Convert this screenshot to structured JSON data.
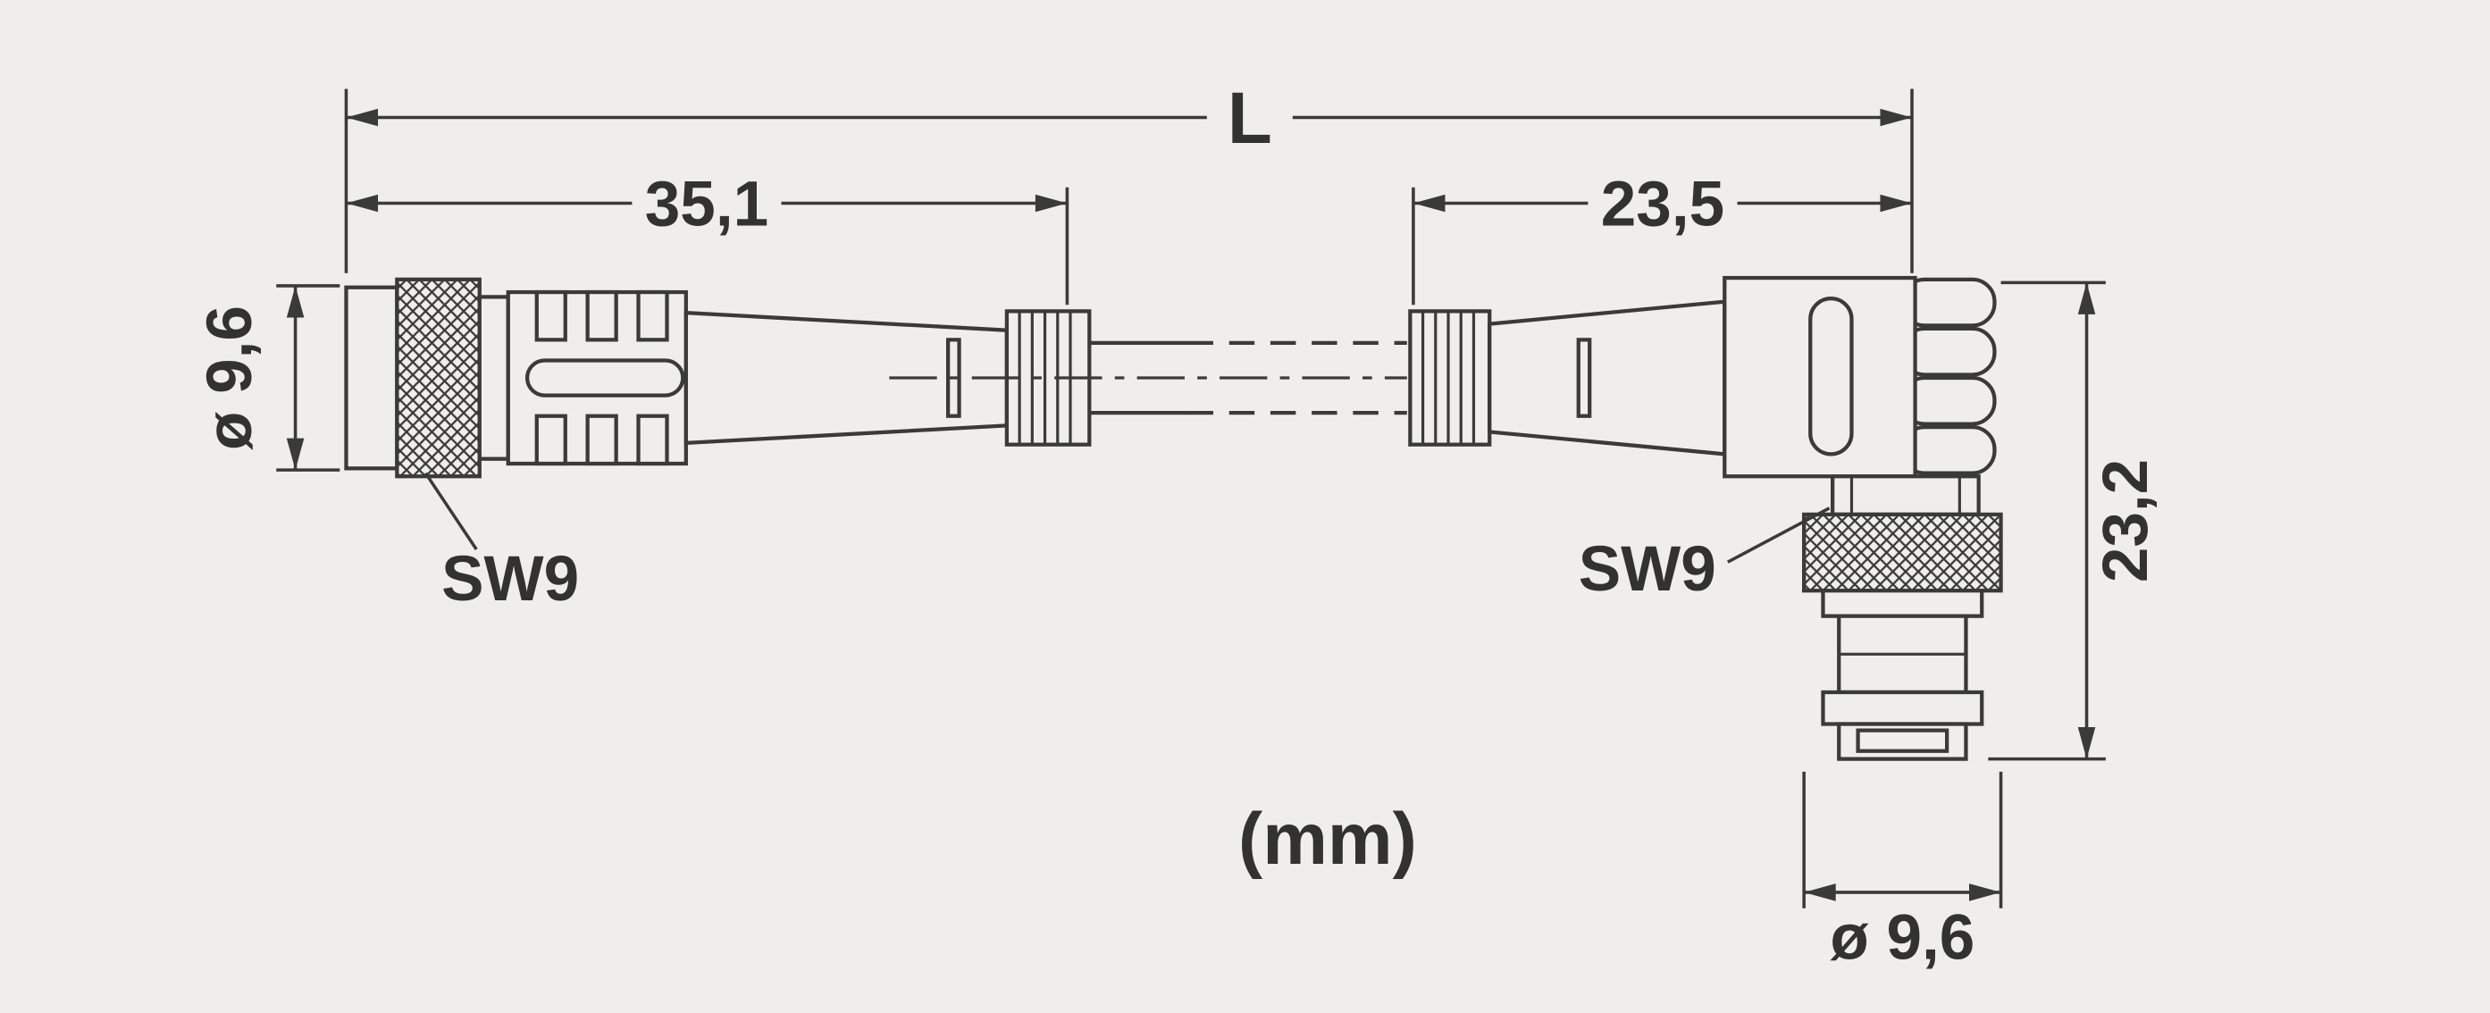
{
  "colors": {
    "background": "#efeeec",
    "line": "#3a3a39",
    "text": "#323231"
  },
  "labels": {
    "overall_length": "L",
    "left_connector_length": "35,1",
    "right_connector_length": "23,5",
    "left_diameter": "ø 9,6",
    "right_height": "23,2",
    "bottom_diameter": "ø 9,6",
    "left_wrench_size": "SW9",
    "right_wrench_size": "SW9",
    "unit": "(mm)"
  }
}
